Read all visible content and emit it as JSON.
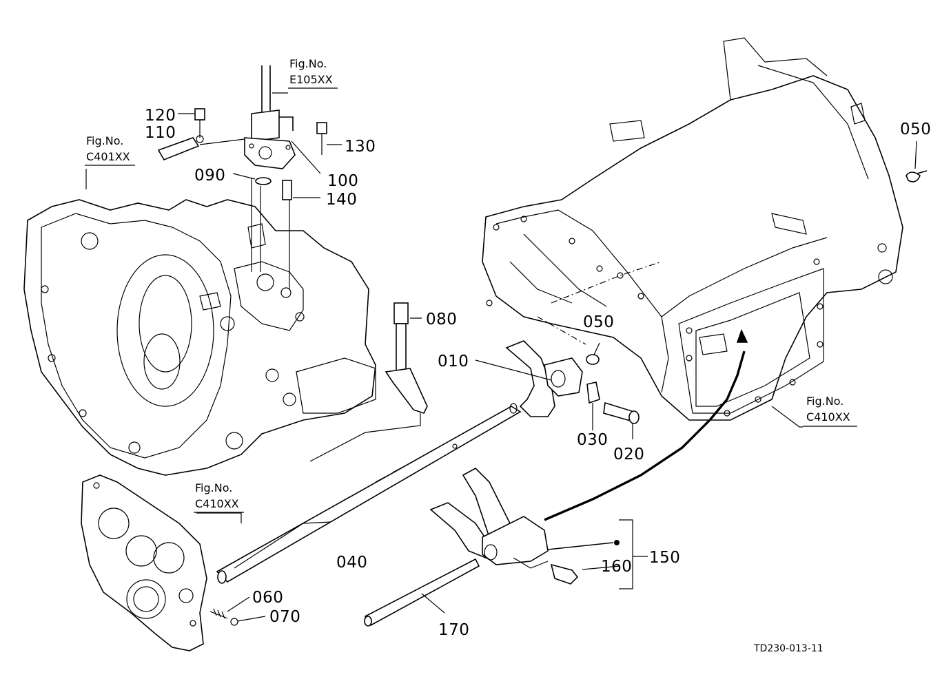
{
  "parts": {
    "p010": "010",
    "p020": "020",
    "p030": "030",
    "p040": "040",
    "p050a": "050",
    "p050b": "050",
    "p060": "060",
    "p070": "070",
    "p080": "080",
    "p090": "090",
    "p100": "100",
    "p110": "110",
    "p120": "120",
    "p130": "130",
    "p140": "140",
    "p150": "150",
    "p160": "160",
    "p170": "170"
  },
  "refs": {
    "e105": {
      "title": "Fig.No.",
      "code": "E105XX"
    },
    "c401": {
      "title": "Fig.No.",
      "code": "C401XX"
    },
    "c410a": {
      "title": "Fig.No.",
      "code": "C410XX"
    },
    "c410b": {
      "title": "Fig.No.",
      "code": "C410XX"
    }
  },
  "footer_code": "TD230-013-11"
}
